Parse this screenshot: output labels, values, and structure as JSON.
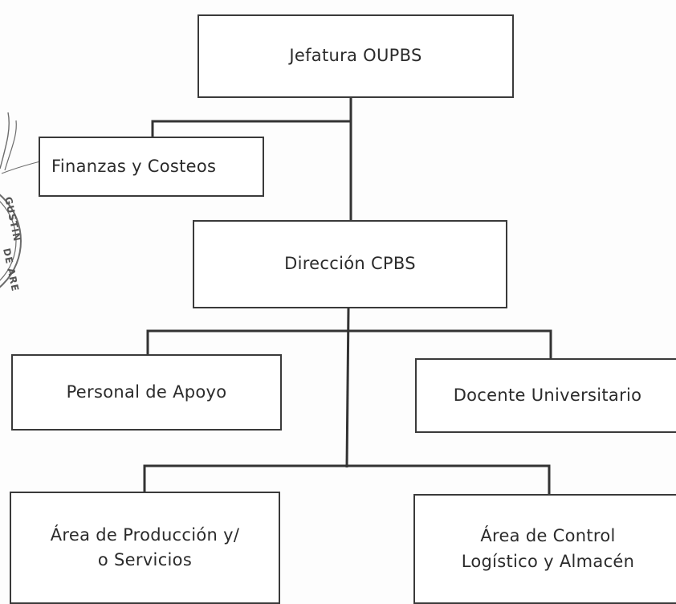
{
  "org_chart": {
    "top": {
      "label": "Jefatura OUPBS"
    },
    "staff": {
      "label": "Finanzas y Costeos"
    },
    "direction": {
      "label": "Dirección CPBS"
    },
    "support": {
      "label": "Personal de Apoyo"
    },
    "faculty": {
      "label": "Docente Universitario"
    },
    "production": {
      "line1": "Área de Producción y/",
      "line2": "o Servicios"
    },
    "logistics": {
      "line1": "Área de Control",
      "line2": "Logístico y Almacén"
    }
  },
  "seal": {
    "text_fragment_1": "GUSTIN",
    "text_fragment_2": "DE ARE",
    "color": "#6c6c6c"
  },
  "colors": {
    "line": "#333333",
    "box_border": "#3a3a3a",
    "text": "#2b2b2b"
  }
}
